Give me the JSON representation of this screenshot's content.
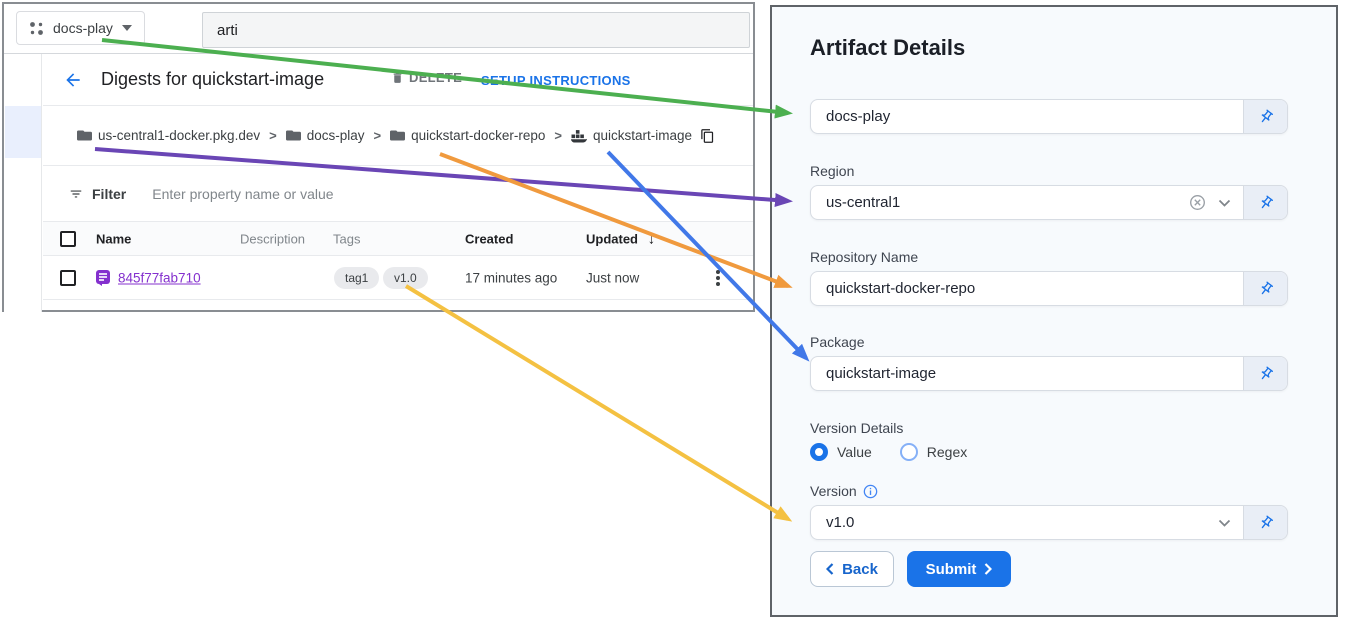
{
  "console": {
    "project_selector": {
      "label": "docs-play"
    },
    "search": {
      "value": "arti"
    },
    "header": {
      "title": "Digests for quickstart-image",
      "delete": "DELETE",
      "setup_instructions": "SETUP INSTRUCTIONS"
    },
    "breadcrumb": {
      "separator": ">",
      "items": [
        "us-central1-docker.pkg.dev",
        "docs-play",
        "quickstart-docker-repo",
        "quickstart-image"
      ]
    },
    "filter": {
      "label": "Filter",
      "placeholder": "Enter property name or value"
    },
    "table": {
      "headers": [
        "Name",
        "Description",
        "Tags",
        "Created",
        "Updated"
      ],
      "sort_column": "Updated",
      "sort_indicator": "↓",
      "row": {
        "name": "845f77fab710",
        "description": "",
        "tags": [
          "tag1",
          "v1.0"
        ],
        "created": "17 minutes ago",
        "updated": "Just now"
      }
    }
  },
  "panel": {
    "title": "Artifact Details",
    "project_field": {
      "value": "docs-play"
    },
    "region": {
      "label": "Region",
      "value": "us-central1"
    },
    "repository": {
      "label": "Repository Name",
      "value": "quickstart-docker-repo"
    },
    "package": {
      "label": "Package",
      "value": "quickstart-image"
    },
    "version_details": {
      "label": "Version Details",
      "options": [
        "Value",
        "Regex"
      ],
      "selected": "Value"
    },
    "version": {
      "label": "Version",
      "value": "v1.0"
    },
    "buttons": {
      "back": "Back",
      "submit": "Submit"
    }
  },
  "arrows": {
    "project": {
      "color": "#4CAF50"
    },
    "region": {
      "color": "#6A46B5"
    },
    "repository": {
      "color": "#F09A3E"
    },
    "package": {
      "color": "#4178E8"
    },
    "version": {
      "color": "#F4C142"
    }
  },
  "colors": {
    "accent_blue": "#1a73e8",
    "link_purple": "#8430ce",
    "panel_bg": "#f7fafd"
  }
}
